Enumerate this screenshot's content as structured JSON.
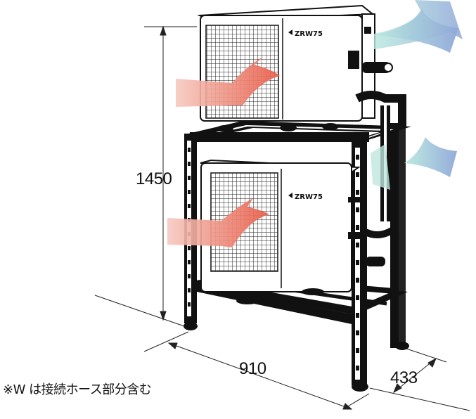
{
  "brand": "ZRW75",
  "dimensions": {
    "height": "1450",
    "width": "910",
    "depth": "433"
  },
  "note": "※W は接続ホース部分含む"
}
